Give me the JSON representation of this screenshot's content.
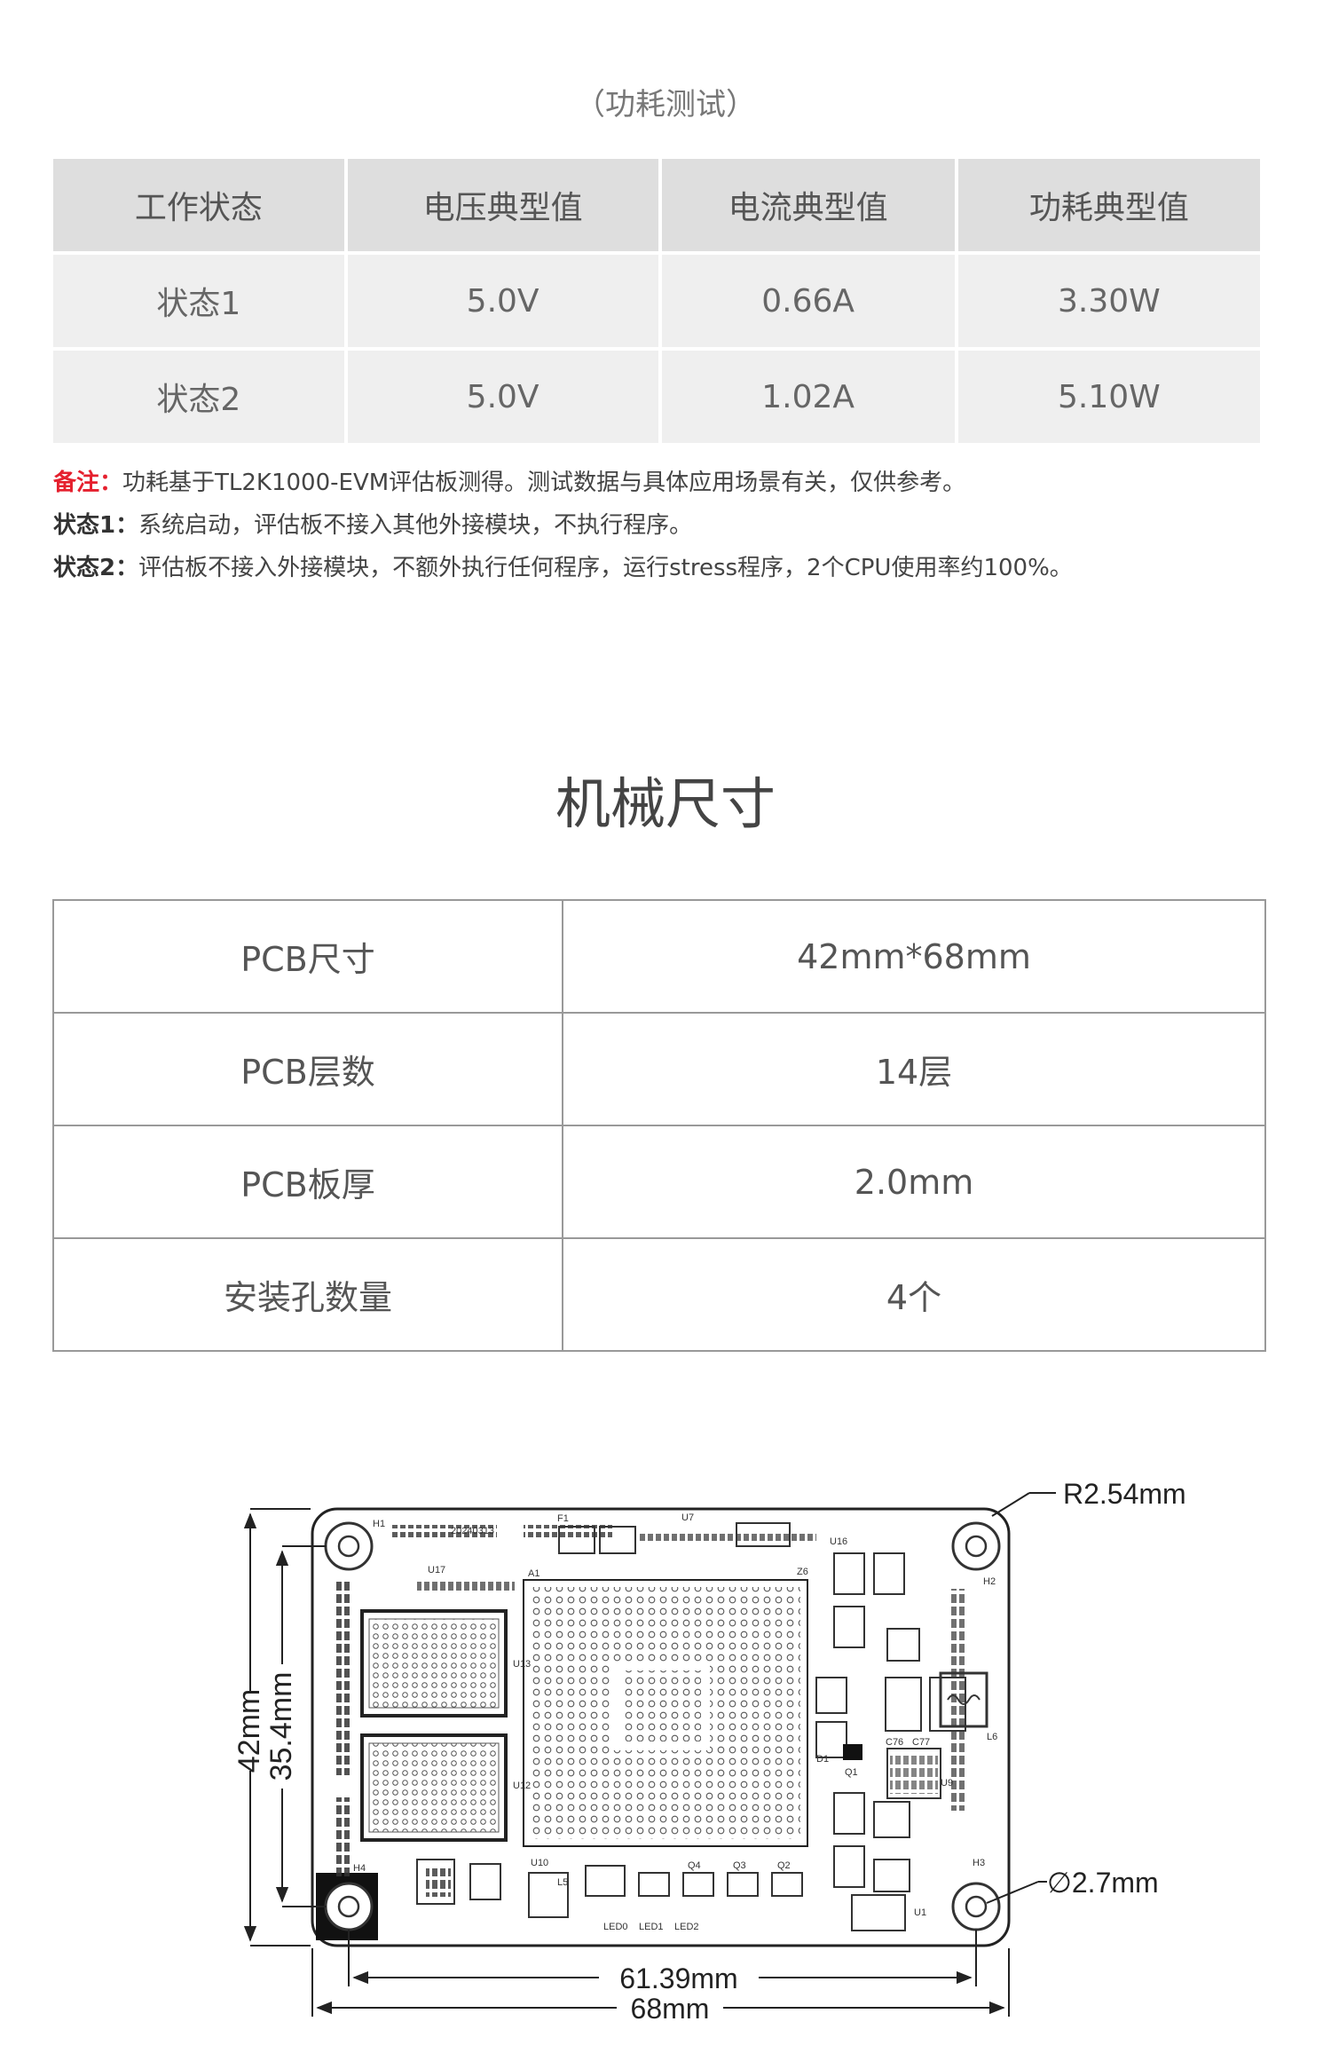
{
  "power": {
    "caption": "（功耗测试）",
    "headers": [
      "工作状态",
      "电压典型值",
      "电流典型值",
      "功耗典型值"
    ],
    "rows": [
      [
        "状态1",
        "5.0V",
        "0.66A",
        "3.30W"
      ],
      [
        "状态2",
        "5.0V",
        "1.02A",
        "5.10W"
      ]
    ],
    "notes": [
      {
        "tag": "备注：",
        "text": "功耗基于TL2K1000-EVM评估板测得。测试数据与具体应用场景有关，仅供参考。"
      },
      {
        "tag": "状态1：",
        "text": "系统启动，评估板不接入其他外接模块，不执行程序。"
      },
      {
        "tag": "状态2：",
        "text": "评估板不接入外接模块，不额外执行任何程序，运行stress程序，2个CPU使用率约100%。"
      }
    ],
    "colors": {
      "note_tag": "#e5202e",
      "header_bg": "#dedede",
      "cell_bg": "#efefef"
    }
  },
  "mech": {
    "title": "机械尺寸",
    "rows": [
      [
        "PCB尺寸",
        "42mm*68mm"
      ],
      [
        "PCB层数",
        "14层"
      ],
      [
        "PCB板厚",
        "2.0mm"
      ],
      [
        "安装孔数量",
        "4个"
      ]
    ]
  },
  "drawing": {
    "dim_corner": "R2.54mm",
    "dim_hole": "∅2.7mm",
    "dim_hole_span": "61.39mm",
    "dim_width": "68mm",
    "dim_height": "42mm",
    "dim_hole_height": "35.4mm",
    "board_date": "20240313",
    "labels": [
      "H1",
      "H2",
      "H3",
      "H4",
      "U17",
      "U13",
      "U12",
      "U10",
      "U16",
      "U7",
      "F1",
      "U9",
      "U1",
      "L5",
      "L6",
      "C76",
      "C77",
      "Q1",
      "Q2",
      "Q3",
      "Q4",
      "D1",
      "LED0",
      "LED1",
      "LED2",
      "Z6",
      "A1"
    ]
  }
}
